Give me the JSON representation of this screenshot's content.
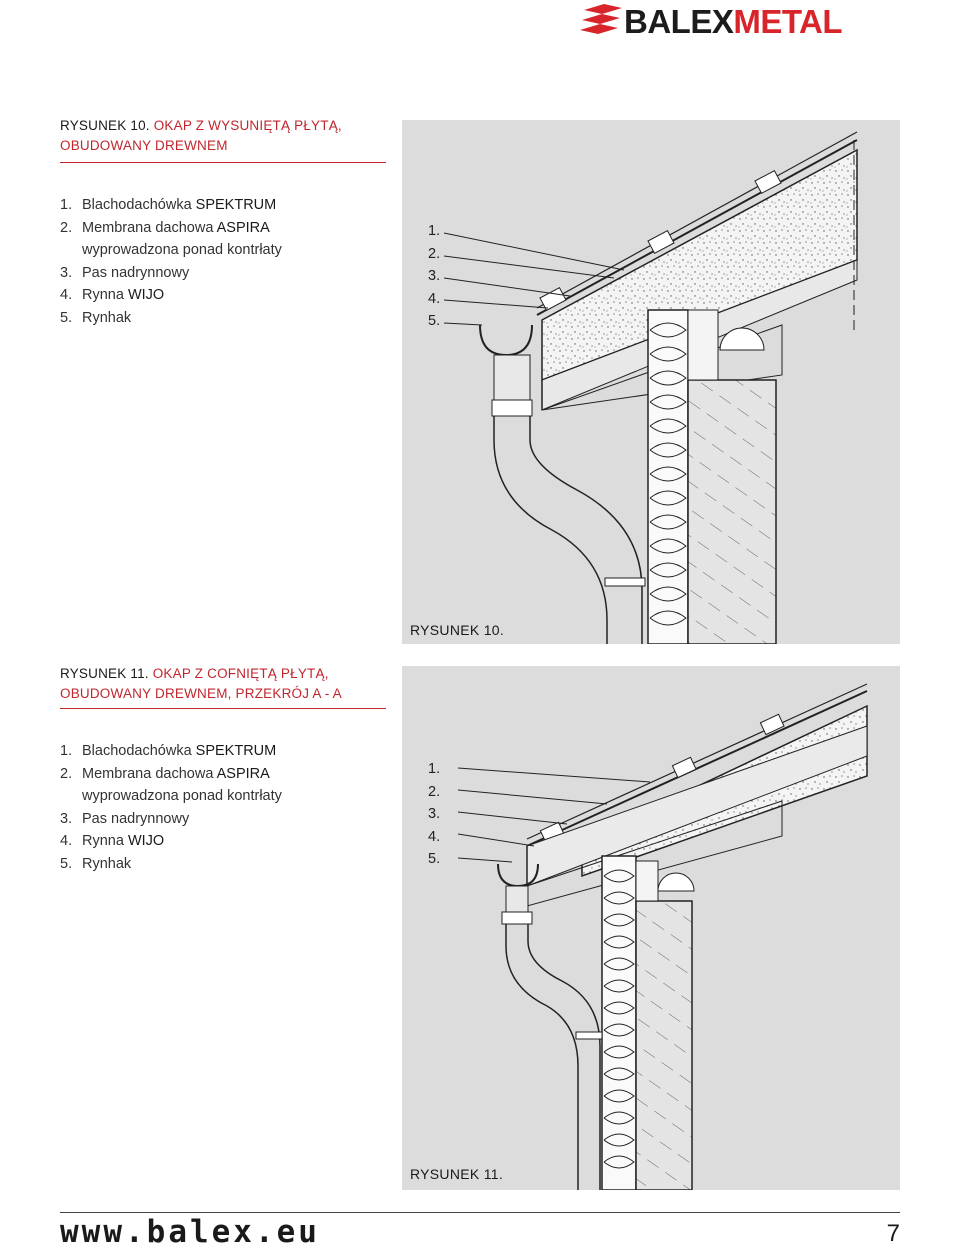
{
  "header": {
    "logo_part1": "BALEX",
    "logo_part2": "METAL",
    "brand_red": "#d8242b",
    "logo_icon": "balexmetal-stripes-icon"
  },
  "figure10": {
    "title_num": "RYSUNEK 10.",
    "title_text": "OKAP Z WYSUNIĘTĄ PŁYTĄ, OBUDOWANY DREWNEM",
    "legend": [
      {
        "num": "1.",
        "text": "Blachodachówka",
        "product": "SPEKTRUM"
      },
      {
        "num": "2.",
        "text": "Membrana dachowa",
        "product": "ASPIRA",
        "cont": "wyprowadzona ponad kontrłaty"
      },
      {
        "num": "3.",
        "text": "Pas nadrynnowy",
        "product": ""
      },
      {
        "num": "4.",
        "text": "Rynna",
        "product": "WIJO"
      },
      {
        "num": "5.",
        "text": "Rynhak",
        "product": ""
      }
    ],
    "callouts": [
      "1.",
      "2.",
      "3.",
      "4.",
      "5."
    ],
    "panel_label": "RYSUNEK 10."
  },
  "figure11": {
    "title_num": "RYSUNEK 11.",
    "title_text": "OKAP Z COFNIĘTĄ PŁYTĄ, OBUDOWANY DREWNEM, PRZEKRÓJ A - A",
    "legend": [
      {
        "num": "1.",
        "text": "Blachodachówka",
        "product": "SPEKTRUM"
      },
      {
        "num": "2.",
        "text": "Membrana dachowa",
        "product": "ASPIRA",
        "cont": "wyprowadzona ponad kontrłaty"
      },
      {
        "num": "3.",
        "text": "Pas nadrynnowy",
        "product": ""
      },
      {
        "num": "4.",
        "text": "Rynna",
        "product": "WIJO"
      },
      {
        "num": "5.",
        "text": "Rynhak",
        "product": ""
      }
    ],
    "callouts": [
      "1.",
      "2.",
      "3.",
      "4.",
      "5."
    ],
    "panel_label": "RYSUNEK 11."
  },
  "footer": {
    "website": "www.balex.eu",
    "page_number": "7"
  },
  "colors": {
    "accent": "#c1272d",
    "panel_bg": "#dcdcdc"
  }
}
